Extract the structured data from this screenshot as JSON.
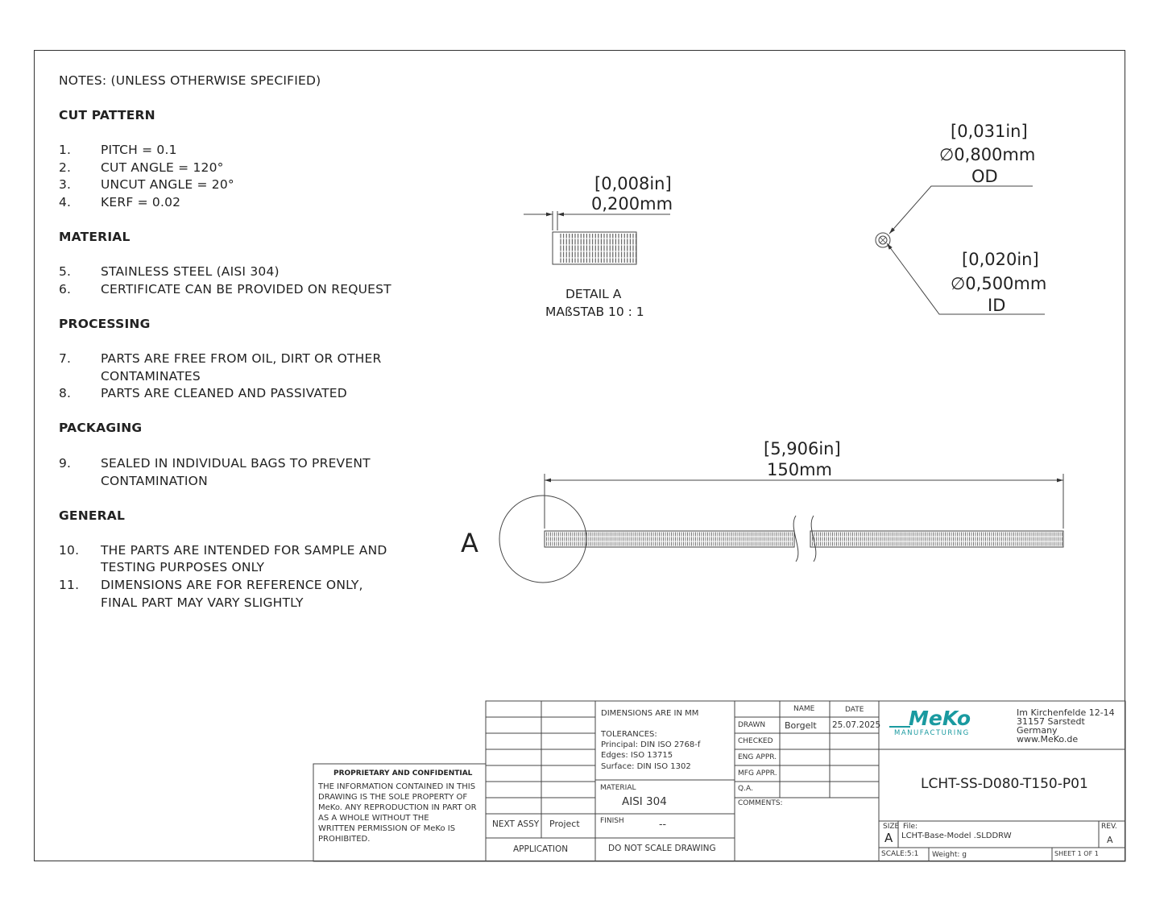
{
  "notes": {
    "header": "NOTES: (UNLESS OTHERWISE SPECIFIED)",
    "sections": [
      {
        "title": "CUT PATTERN",
        "items": [
          {
            "num": "1.",
            "lines": [
              "PITCH = 0.1"
            ]
          },
          {
            "num": "2.",
            "lines": [
              "CUT ANGLE = 120°"
            ]
          },
          {
            "num": "3.",
            "lines": [
              "UNCUT ANGLE = 20°"
            ]
          },
          {
            "num": "4.",
            "lines": [
              "KERF = 0.02"
            ]
          }
        ]
      },
      {
        "title": "MATERIAL",
        "items": [
          {
            "num": "5.",
            "lines": [
              "STAINLESS STEEL (AISI 304)"
            ]
          },
          {
            "num": "6.",
            "lines": [
              "CERTIFICATE CAN BE PROVIDED ON REQUEST"
            ]
          }
        ]
      },
      {
        "title": "PROCESSING",
        "items": [
          {
            "num": "7.",
            "lines": [
              "PARTS ARE FREE FROM OIL, DIRT OR OTHER",
              "CONTAMINATES"
            ]
          },
          {
            "num": "8.",
            "lines": [
              "PARTS ARE CLEANED AND PASSIVATED"
            ]
          }
        ]
      },
      {
        "title": "PACKAGING",
        "items": [
          {
            "num": "9.",
            "lines": [
              "SEALED IN INDIVIDUAL BAGS TO PREVENT",
              "CONTAMINATION"
            ]
          }
        ]
      },
      {
        "title": "GENERAL",
        "items": [
          {
            "num": "10.",
            "lines": [
              "THE PARTS ARE INTENDED FOR SAMPLE AND",
              "TESTING PURPOSES ONLY"
            ]
          },
          {
            "num": "11.",
            "lines": [
              "DIMENSIONS ARE FOR REFERENCE ONLY,",
              "FINAL PART MAY VARY SLIGHTLY"
            ]
          }
        ]
      }
    ]
  },
  "detail": {
    "dim_in": "0,008in",
    "dim_mm": "0,200mm",
    "label": "DETAIL A",
    "scale": "MAßSTAB 10 : 1"
  },
  "section_view": {
    "od_in": "0,031in",
    "od_mm": "0,800mm",
    "od_label": "OD",
    "id_in": "0,020in",
    "id_mm": "0,500mm",
    "id_label": "ID"
  },
  "length": {
    "dim_in": "5,906in",
    "dim_mm": "150mm",
    "detail_letter": "A"
  },
  "title_block": {
    "proprietary_title": "PROPRIETARY AND CONFIDENTIAL",
    "proprietary_lines": [
      "THE INFORMATION CONTAINED IN THIS",
      "DRAWING IS THE SOLE PROPERTY OF",
      "MeKo.  ANY REPRODUCTION IN PART OR",
      "AS A WHOLE WITHOUT THE",
      "WRITTEN PERMISSION OF MeKo IS",
      "PROHIBITED."
    ],
    "next_assy": "NEXT ASSY",
    "project": "Project",
    "application": "APPLICATION",
    "dimensions_note": "DIMENSIONS ARE IN MM",
    "tolerances_lines": [
      "TOLERANCES:",
      "Principal: DIN ISO 2768-f",
      "Edges: ISO 13715",
      "Surface: DIN ISO 1302"
    ],
    "material_label": "MATERIAL",
    "material_value": "AISI 304",
    "finish_label": "FINISH",
    "finish_value": "--",
    "do_not_scale": "DO  NOT  SCALE  DRAWING",
    "name_header": "NAME",
    "date_header": "DATE",
    "rows": [
      "DRAWN",
      "CHECKED",
      "ENG APPR.",
      "MFG APPR.",
      "Q.A."
    ],
    "drawn_name": "Borgelt",
    "drawn_date": "25.07.2025",
    "comments": "COMMENTS:",
    "logo_text": "MeKo",
    "logo_sub": "MANUFACTURING",
    "address_lines": [
      "Im Kirchenfelde 12-14",
      "31157 Sarstedt",
      "Germany",
      "www.MeKo.de"
    ],
    "part_number": "LCHT-SS-D080-T150-P01",
    "size_label": "SIZE",
    "size_value": "A",
    "file_label": "File:",
    "file_value": "LCHT-Base-Model .SLDDRW",
    "rev_label": "REV.",
    "rev_value": "A",
    "scale_text": "SCALE:5:1",
    "weight_text": "Weight: g",
    "sheet_text": "SHEET 1 OF 1"
  },
  "colors": {
    "logo": "#1a9aa0",
    "line": "#333333"
  }
}
